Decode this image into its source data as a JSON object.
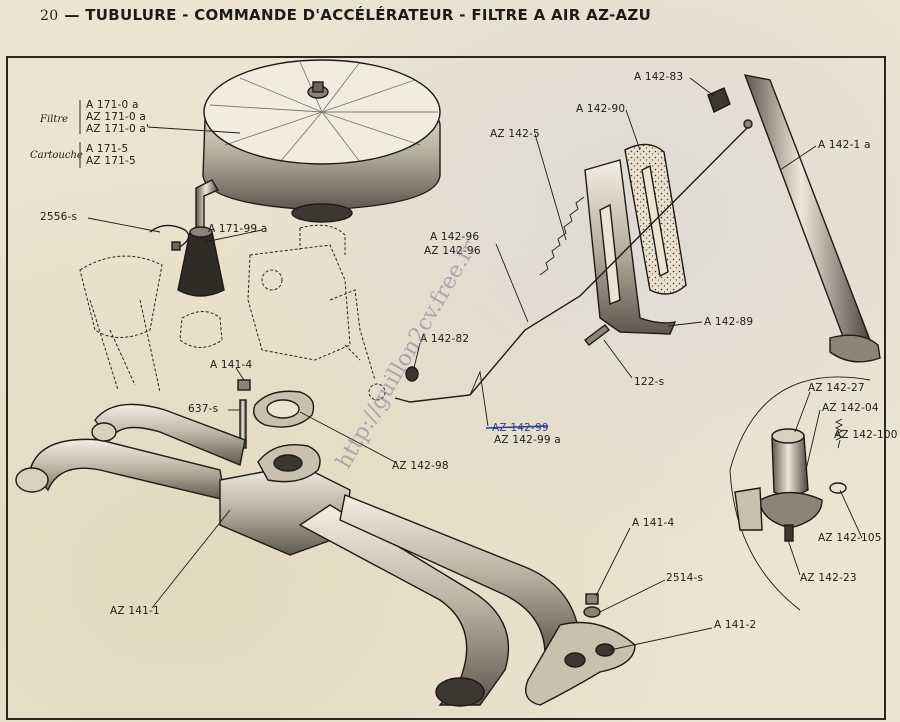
{
  "header": {
    "page_number": "20",
    "title": "— TUBULURE - COMMANDE D'ACCÉLÉRATEUR - FILTRE A AIR AZ-AZU"
  },
  "legend": {
    "filtre_label": "Filtre",
    "filtre_refs": [
      "A 171-0 a",
      "AZ 171-0 a",
      "AZ 171-0 a'"
    ],
    "cartouche_label": "Cartouche",
    "cartouche_refs": [
      "A 171-5",
      "AZ 171-5"
    ]
  },
  "labels": {
    "l_2556s": "2556-s",
    "l_a17199a": "A 171-99 a",
    "l_a1414_top": "A 141-4",
    "l_637s": "637-s",
    "l_az14298": "AZ 142-98",
    "l_az1411": "AZ 141-1",
    "l_a1414_bottom": "A 141-4",
    "l_2514s": "2514-s",
    "l_a1412": "A 141-2",
    "l_a14283": "A 142-83",
    "l_a14290": "A 142-90",
    "l_az1425": "AZ 142-5",
    "l_a1421a": "A 142-1 a",
    "l_a14296": "A 142-96",
    "l_az14296": "AZ 142-96",
    "l_a14282": "A 142-82",
    "l_a14289": "A 142-89",
    "l_122s": "122-s",
    "l_az14299_struck": "AZ 142-99",
    "l_az14299a": "AZ 142-99 a",
    "l_az14227": "AZ 142-27",
    "l_az14204": "AZ 142-04",
    "l_az142100": "AZ 142-100",
    "l_az142105": "AZ 142-105",
    "l_az14223": "AZ 142-23"
  },
  "watermark": "http://guillon2cv.free.fr",
  "colors": {
    "paper": "#ece4d1",
    "ink": "#1e1b16",
    "handwriting_blue": "#2b3d8f"
  }
}
